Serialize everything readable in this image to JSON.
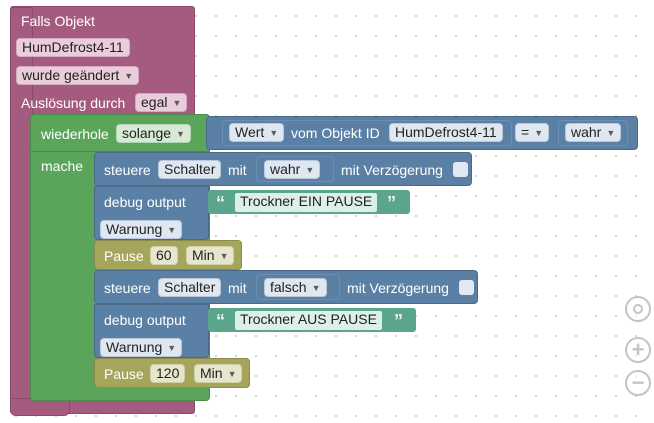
{
  "trigger": {
    "title": "Falls Objekt",
    "object_id": "HumDefrost4-11",
    "condition": "wurde geändert",
    "trigger_label": "Auslösung durch",
    "trigger_value": "egal"
  },
  "loop": {
    "repeat_label": "wiederhole",
    "mode": "solange",
    "do_label": "mache",
    "condition": {
      "value_field": "Wert",
      "of_object_label": "vom Objekt ID",
      "object_id": "HumDefrost4-11",
      "operator": "=",
      "compare_value": "wahr"
    }
  },
  "statements": {
    "control1": {
      "label": "steuere",
      "target": "Schalter",
      "with_label": "mit",
      "value": "wahr",
      "delay_label": "mit Verzögerung"
    },
    "debug1": {
      "label": "debug output",
      "text": "Trockner EIN PAUSE",
      "level": "Warnung"
    },
    "pause1": {
      "label": "Pause",
      "amount": "60",
      "unit": "Min"
    },
    "control2": {
      "label": "steuere",
      "target": "Schalter",
      "with_label": "mit",
      "value": "falsch",
      "delay_label": "mit Verzögerung"
    },
    "debug2": {
      "label": "debug output",
      "text": "Trockner AUS PAUSE",
      "level": "Warnung"
    },
    "pause2": {
      "label": "Pause",
      "amount": "120",
      "unit": "Min"
    }
  },
  "glyphs": {
    "quote_open": "“",
    "quote_close": "”",
    "zoom_in": "+",
    "zoom_out": "−",
    "caret": "▼"
  },
  "colors": {
    "trigger": "#a55b80",
    "loop": "#5ba55b",
    "action": "#5b80a5",
    "pause": "#a5a55b",
    "debug_string": "#5ba58c"
  },
  "icons": {
    "center": "target-icon",
    "zoom_in": "plus-icon",
    "zoom_out": "minus-icon"
  }
}
